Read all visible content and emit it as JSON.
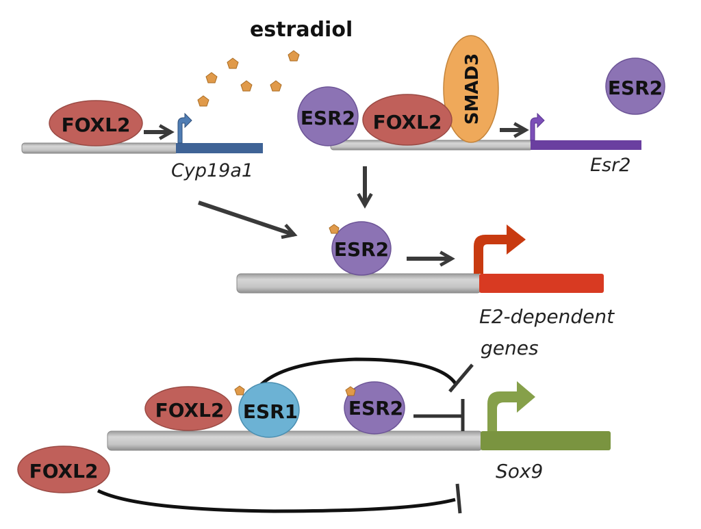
{
  "title_label": "estradiol",
  "colors": {
    "foxl2": "#c0605a",
    "esr2": "#8c73b4",
    "esr1": "#6cb2d4",
    "smad3": "#efa95a",
    "estradiol": "#e09a4a",
    "dna": "#c8c8c8",
    "cyp19a1": "#3f6396",
    "esr2_gene": "#6a3fa0",
    "e2_genes": "#d83a22",
    "sox9": "#7a9440"
  },
  "panel_top_left": {
    "protein": "FOXL2",
    "gene": "Cyp19a1"
  },
  "panel_top_right": {
    "proteins": [
      "ESR2",
      "FOXL2",
      "SMAD3"
    ],
    "free_protein": "ESR2",
    "gene": "Esr2"
  },
  "panel_middle": {
    "protein": "ESR2",
    "gene_line1": "E2-dependent",
    "gene_line2": "genes"
  },
  "panel_bottom": {
    "proteins": [
      "FOXL2",
      "ESR1",
      "ESR2"
    ],
    "free_protein": "FOXL2",
    "gene": "Sox9"
  }
}
